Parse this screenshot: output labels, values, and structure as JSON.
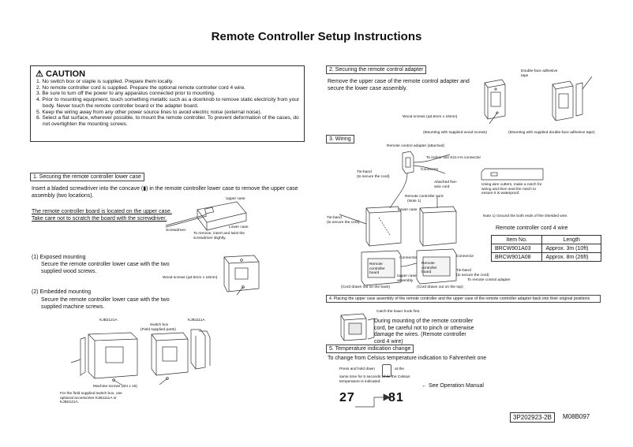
{
  "title": "Remote Controller Setup Instructions",
  "caution": {
    "heading": "CAUTION",
    "items": [
      "1. No switch box or staple is supplied.  Prepare them locally.",
      "2. No remote controller cord is supplied.  Prepare the optional remote controller cord 4 wire.",
      "3. Be sure to turn off the power to any apparatus connected prior to mounting.",
      "4. Prior to mounting equipment, touch something metallic such as a doorknob to remove static electricity from your body. Never touch the remote controller board or the adapter board.",
      "5. Keep the wiring away from any other power source lines to avoid electric noise (external noise).",
      "6. Select a flat surface, wherever possible, to mount the remote controller.  To prevent deformation of the cases, do not overtighten the mounting screws."
    ]
  },
  "section1": {
    "label": "1. Securing the remote controller lower case",
    "text": "Insert a bladed screwdriver into the concave (▮) in the remote controller lower case to remove the upper case assembly (two locations).",
    "note": "The remote controller board is located on the upper case.  Take care not to scratch the board with the screwdriver.",
    "fig_upper_case": "Upper case",
    "fig_screwdriver": "Screwdriver",
    "fig_lower_case": "Lower case",
    "fig_remove": "To remove, insert and twist the screwdriver slightly.",
    "exposed_head": "(1) Exposed mounting",
    "exposed_text": "Secure the remote controller lower case with the two supplied wood screws.",
    "wood_screws": "Wood screws (φ3.5mm x 16mm)",
    "embedded_head": "(2) Embedded mounting",
    "embedded_text": "Secure the remote controller lower case with the two supplied machine screws.",
    "kjb2121a": "KJB2121A",
    "switch_box": "Switch box",
    "field_parts": "(Field supplied parts)",
    "kjb1111a": "KJB1111A",
    "machine_screws": "Machine screws (M4 x 16)",
    "field_note": "For the field supplied switch box, use optional accessories KJB1111A or KJB2121A."
  },
  "section2": {
    "label": "2. Securing the remote control adapter",
    "text": "Remove the upper case of the remote control adapter and secure the lower case assembly.",
    "double_face": "Double-face adhesive tape",
    "wood_screws": "Wood screws (φ3.5mm x 16mm)",
    "cap_wood": "(Mounting with supplied wood screws)",
    "cap_tape": "(Mounting with supplied double-face adhesive tape)"
  },
  "section3": {
    "label": "3. Wiring",
    "adapter": "Remote control adapter (attached)",
    "indoor": "To indoor unit S21-HA connector",
    "tie_band": "Tie-band",
    "secure_cord": "(to secure the cord)",
    "connector": "Connector",
    "attached_cord": "Attached five-wire cord",
    "rc_cord": "Remote controller cord",
    "note1": "(Note 1)",
    "lower_case": "Lower case",
    "cutters": "Using wire cutters, make a notch for wiring and then seal the notch to ensure it is waterproof.",
    "note_ground": "Note 1) Ground the both ends of the shielded wire.",
    "rc_board": "Remote controller board",
    "upper_case_assembly": "Upper case assembly",
    "to_adapter": "To remote control adapter",
    "cord_back": "(Cord drawn out on the back)",
    "cord_top": "(Cord drawn out on the top)",
    "table_title": "Remote controller cord 4 wire",
    "table_headers": [
      "Item No.",
      "Length"
    ],
    "table_rows": [
      [
        "BRCW901A03",
        "Approx. 3m (10ft)"
      ],
      [
        "BRCW901A08",
        "Approx. 8m (26ft)"
      ]
    ]
  },
  "section4": {
    "label": "4. Placing the upper case assembly of the remote controller and the upper case of the remote controller adapter back into their original positions",
    "catch": "Catch the lower hook first.",
    "text": "During mounting of the remote controller cord, be careful not to pinch or otherwise damage the wires. (Remote controller cord 4 wire)"
  },
  "section5": {
    "label": "5. Temperature indication change",
    "text": "To change from Celsius temperature indication to Fahrenheit one",
    "press_hold": "Press and hold down",
    "at_the": "at the",
    "same_time": "same time for 5 seconds while the Celsius temperature is indicated.",
    "see_manual": "← See Operation Manual",
    "celsius": "27",
    "fahrenheit": "81"
  },
  "doc_number": "3P202923-2B",
  "doc_code": "M08B097"
}
